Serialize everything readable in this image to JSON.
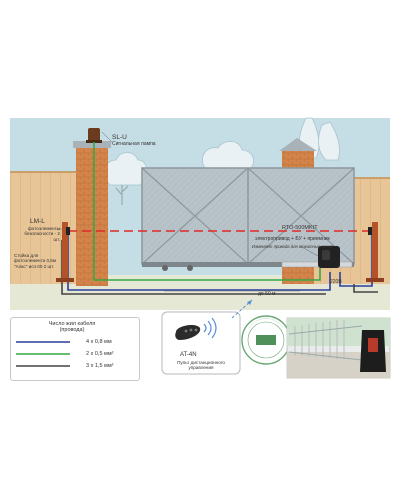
{
  "labels": {
    "sl_u_title": "SL-U",
    "sl_u_desc": "Сигнальная лампа",
    "lm_l_title": "LM-L",
    "lm_l_desc": "фотоэлементы безопасности - 2 шт.",
    "stand_desc": "Стойка для фотоэлемента 0,5м \"Алкс\" исп.00 2 шт.",
    "drive_title": "RTO-500MKIT",
    "drive_desc1": "электропривод + БУ + приемник",
    "drive_desc2": "Изменяет провода для откатных ворот",
    "distance": "до 50 м",
    "cable_220": "220В",
    "remote_title": "AT-4N",
    "remote_desc": "Пульт дистанционного управления"
  },
  "legend": {
    "title": "Число жил кабеля (провода)",
    "rows": [
      {
        "text": "4 x 0,8 мм",
        "color": "#2a3f9a"
      },
      {
        "text": "2 x 0,5 мм²",
        "color": "#35a845"
      },
      {
        "text": "3 x 1,5 мм²",
        "color": "#444444"
      }
    ]
  },
  "colors": {
    "wall_blue": "#c5dde4",
    "sky": "#d8e9ee",
    "ground": "#e6e8d6",
    "fence_wood": "#e7c597",
    "brick": "#d3844a",
    "gate": "#b8c3c9",
    "laser": "#e02a2a",
    "wire_blue": "#2a3f9a",
    "wire_green": "#35a845",
    "wire_black": "#444444"
  }
}
